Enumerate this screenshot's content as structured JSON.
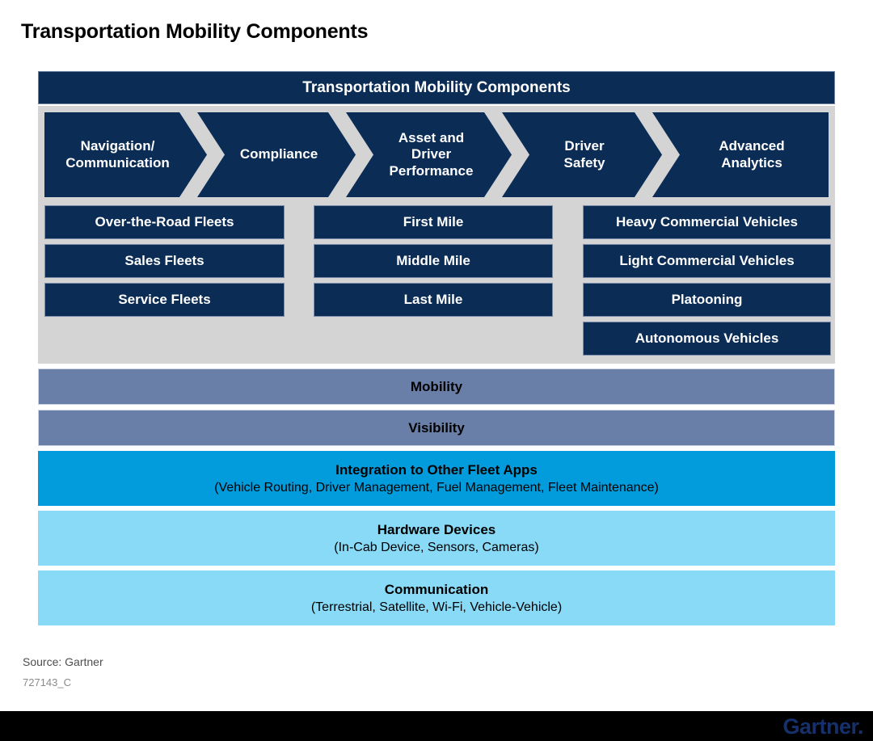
{
  "page_title": "Transportation Mobility Components",
  "diagram": {
    "header": "Transportation Mobility Components",
    "chevrons": [
      {
        "label": "Navigation/\nCommunication"
      },
      {
        "label": "Compliance"
      },
      {
        "label": "Asset and\nDriver\nPerformance"
      },
      {
        "label": "Driver\nSafety"
      },
      {
        "label": "Advanced\nAnalytics"
      }
    ],
    "columns": [
      {
        "name": "fleet-types",
        "items": [
          "Over-the-Road Fleets",
          "Sales Fleets",
          "Service Fleets"
        ]
      },
      {
        "name": "mile-stages",
        "items": [
          "First Mile",
          "Middle Mile",
          "Last Mile"
        ]
      },
      {
        "name": "vehicle-types",
        "items": [
          "Heavy Commercial Vehicles",
          "Light Commercial Vehicles",
          "Platooning",
          "Autonomous Vehicles"
        ]
      }
    ],
    "layers": [
      {
        "title": "Mobility",
        "sub": "",
        "style": "slate"
      },
      {
        "title": "Visibility",
        "sub": "",
        "style": "slate"
      },
      {
        "title": "Integration to Other Fleet Apps",
        "sub": "(Vehicle Routing, Driver Management, Fuel Management, Fleet Maintenance)",
        "style": "cyan"
      },
      {
        "title": "Hardware Devices",
        "sub": "(In-Cab Device, Sensors, Cameras)",
        "style": "lcyan"
      },
      {
        "title": "Communication",
        "sub": "(Terrestrial, Satellite, Wi-Fi, Vehicle-Vehicle)",
        "style": "lcyan"
      }
    ]
  },
  "footer": {
    "source": "Source: Gartner",
    "chart_id": "727143_C",
    "logo": "Gartner"
  },
  "colors": {
    "navy": "#0A2C55",
    "gray_panel": "#d4d4d4",
    "slate": "#6A7FA8",
    "cyan": "#029BDB",
    "light_cyan": "#88DAF7",
    "black_strip": "#000000",
    "logo_blue": "#16306b"
  }
}
